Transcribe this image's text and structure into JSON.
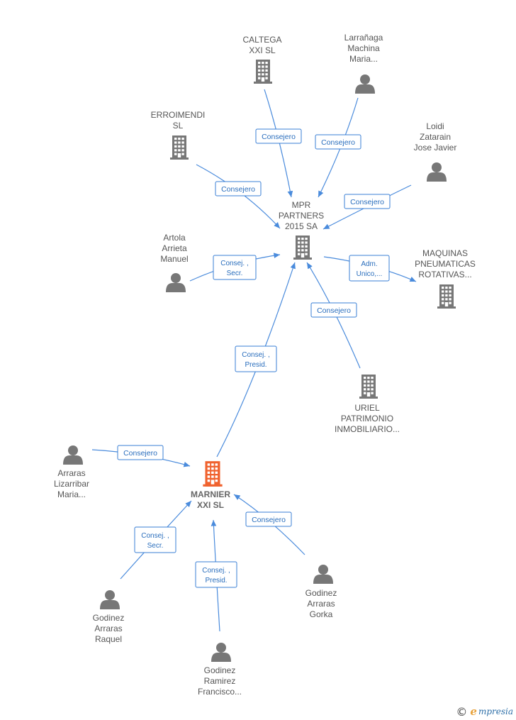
{
  "colors": {
    "edge": "#4a8bdc",
    "box_border": "#3a7fd5",
    "box_text": "#2a6ebd",
    "icon": "#777777",
    "main_icon": "#f0622e"
  },
  "nodes": [
    {
      "id": "marnier",
      "type": "company",
      "icon": "building-icon",
      "main": true,
      "lines": [
        "MARNIER",
        "XXI  SL"
      ]
    },
    {
      "id": "mpr",
      "type": "company",
      "icon": "building-icon",
      "lines": [
        "MPR",
        "PARTNERS",
        "2015 SA"
      ]
    },
    {
      "id": "caltega",
      "type": "company",
      "icon": "building-icon",
      "lines": [
        "CALTEGA",
        "XXI  SL"
      ]
    },
    {
      "id": "larranaga",
      "type": "person",
      "icon": "person-icon",
      "lines": [
        "Larrañaga",
        "Machina",
        "Maria..."
      ]
    },
    {
      "id": "erroimendi",
      "type": "company",
      "icon": "building-icon",
      "lines": [
        "ERROIMENDI",
        "SL"
      ]
    },
    {
      "id": "loidi",
      "type": "person",
      "icon": "person-icon",
      "lines": [
        "Loidi",
        "Zatarain",
        "Jose Javier"
      ]
    },
    {
      "id": "artola",
      "type": "person",
      "icon": "person-icon",
      "lines": [
        "Artola",
        "Arrieta",
        "Manuel"
      ]
    },
    {
      "id": "maquinas",
      "type": "company",
      "icon": "building-icon",
      "lines": [
        "MAQUINAS",
        "PNEUMATICAS",
        "ROTATIVAS..."
      ]
    },
    {
      "id": "uriel",
      "type": "company",
      "icon": "building-icon",
      "lines": [
        "URIEL",
        "PATRIMONIO",
        "INMOBILIARIO..."
      ]
    },
    {
      "id": "arraras",
      "type": "person",
      "icon": "person-icon",
      "lines": [
        "Arraras",
        "Lizarribar",
        "Maria..."
      ]
    },
    {
      "id": "raquel",
      "type": "person",
      "icon": "person-icon",
      "lines": [
        "Godinez",
        "Arraras",
        "Raquel"
      ]
    },
    {
      "id": "francisco",
      "type": "person",
      "icon": "person-icon",
      "lines": [
        "Godinez",
        "Ramirez",
        "Francisco..."
      ]
    },
    {
      "id": "gorka",
      "type": "person",
      "icon": "person-icon",
      "lines": [
        "Godinez",
        "Arraras",
        "Gorka"
      ]
    }
  ],
  "edges": [
    {
      "from": "caltega",
      "to": "mpr",
      "label": [
        "Consejero"
      ]
    },
    {
      "from": "larranaga",
      "to": "mpr",
      "label": [
        "Consejero"
      ]
    },
    {
      "from": "erroimendi",
      "to": "mpr",
      "label": [
        "Consejero"
      ]
    },
    {
      "from": "loidi",
      "to": "mpr",
      "label": [
        "Consejero"
      ]
    },
    {
      "from": "artola",
      "to": "mpr",
      "label": [
        "Consej. ,",
        "Secr."
      ]
    },
    {
      "from": "mpr",
      "to": "maquinas",
      "label": [
        "Adm.",
        "Unico,..."
      ]
    },
    {
      "from": "uriel",
      "to": "mpr",
      "label": [
        "Consejero"
      ]
    },
    {
      "from": "marnier",
      "to": "mpr",
      "label": [
        "Consej. ,",
        "Presid."
      ]
    },
    {
      "from": "arraras",
      "to": "marnier",
      "label": [
        "Consejero"
      ]
    },
    {
      "from": "raquel",
      "to": "marnier",
      "label": [
        "Consej. ,",
        "Secr."
      ]
    },
    {
      "from": "francisco",
      "to": "marnier",
      "label": [
        "Consej. ,",
        "Presid."
      ]
    },
    {
      "from": "gorka",
      "to": "marnier",
      "label": [
        "Consejero"
      ]
    }
  ],
  "footer": {
    "copyright_symbol": "©",
    "brand_initial": "e",
    "brand_rest": "mpresia"
  }
}
